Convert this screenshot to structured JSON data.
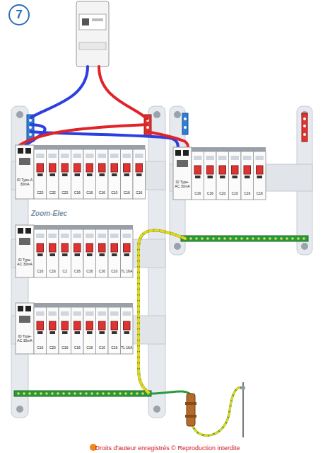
{
  "diagram": {
    "nodes": [
      {
        "text": [
          "7"
        ]
      },
      {
        "text": [
          "ID Type-A 30mA"
        ]
      },
      {
        "text": [
          "ID Type-AC 30mA"
        ]
      },
      {
        "text": [
          "ID Type-AC 30mA"
        ]
      },
      {
        "text": [
          "ID Type-AC 30mA"
        ]
      }
    ],
    "labels": [
      "Zoom-Elec",
      "C20",
      "C32",
      "C20",
      "C16",
      "C16",
      "C16",
      "C10",
      "C16",
      "C16",
      "C16",
      "C16",
      "C2",
      "C16",
      "C16",
      "C16",
      "C10",
      "TL 16A",
      "C16",
      "C20",
      "C16",
      "C16",
      "C16",
      "C10",
      "C16",
      "TL 16A",
      "C16",
      "C16",
      "C20",
      "C10",
      "C16",
      "C16",
      "Droits d'auteur enregistrés © Reproduction interdite"
    ]
  }
}
